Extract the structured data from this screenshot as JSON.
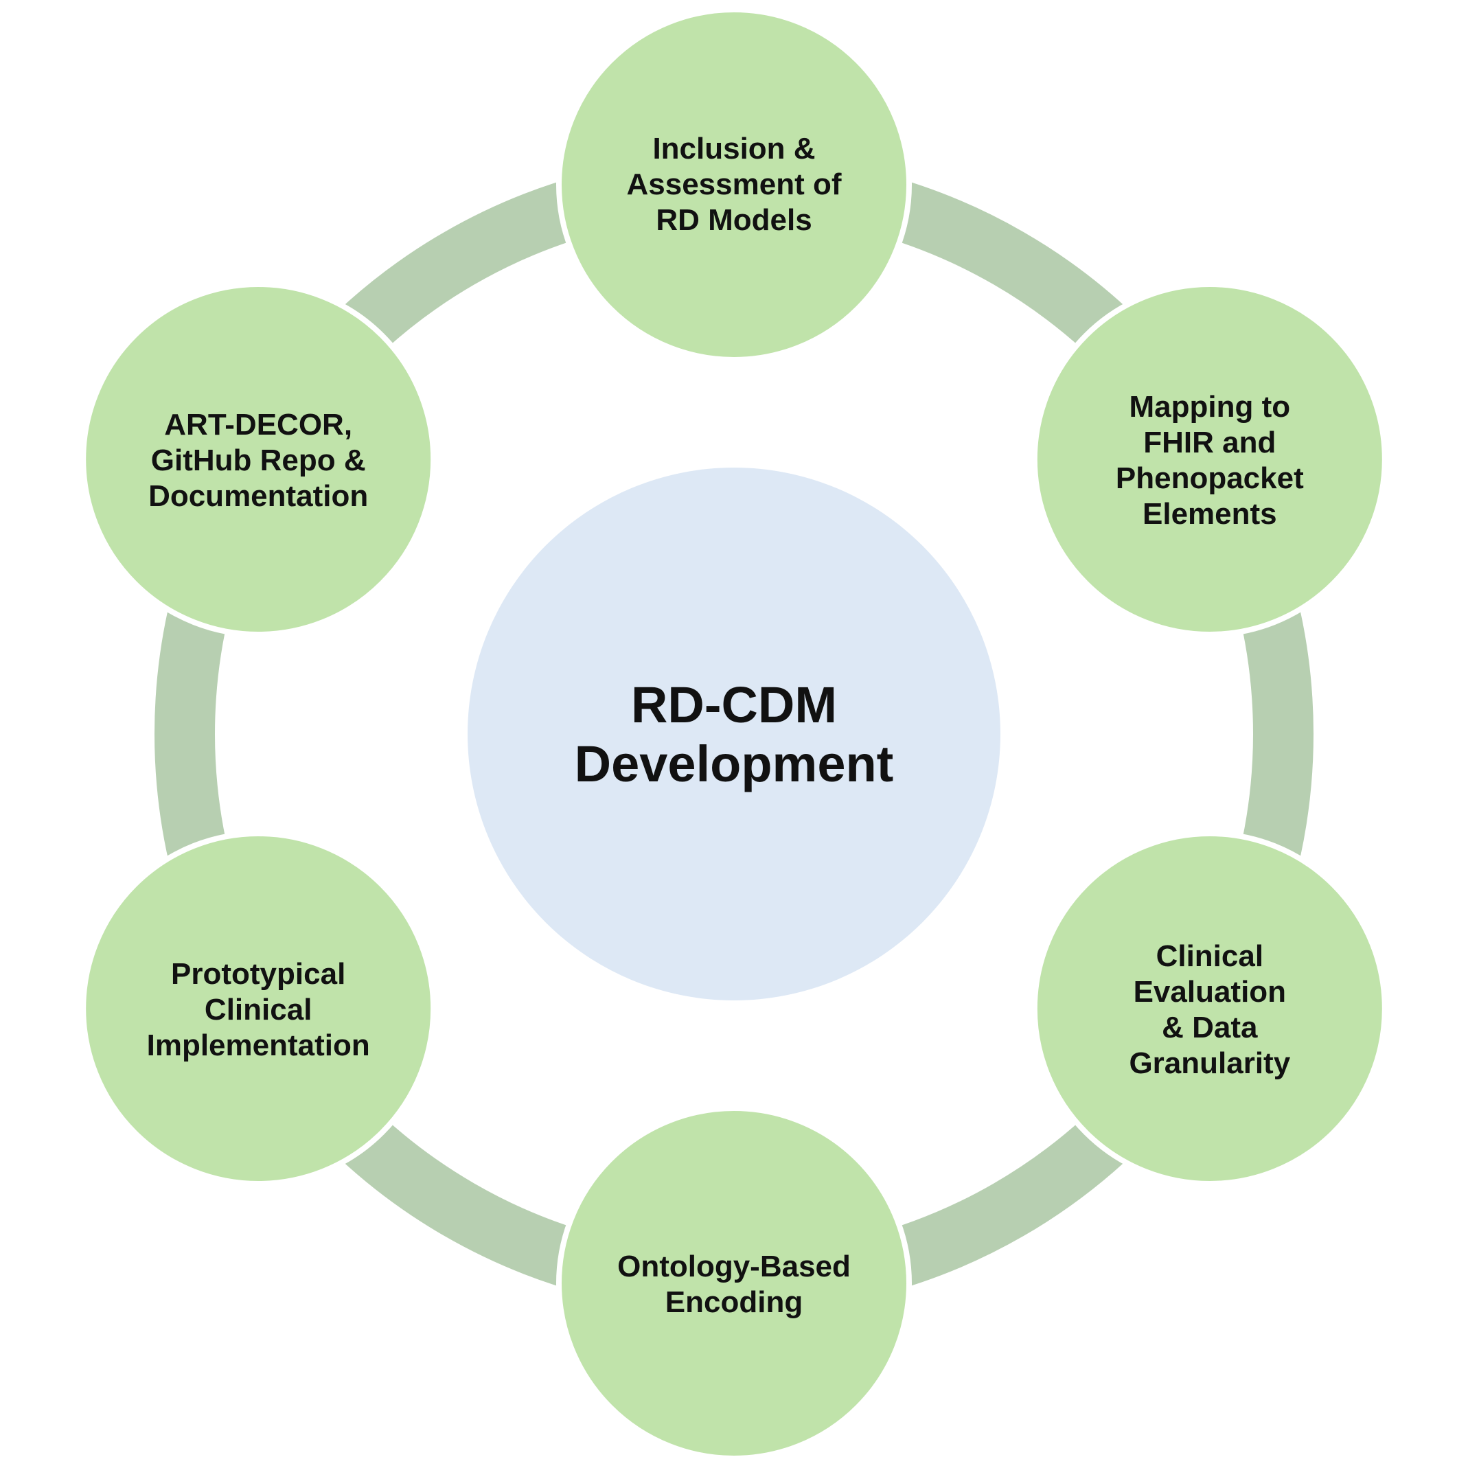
{
  "colors": {
    "background": "#ffffff",
    "center_fill": "#dde8f5",
    "node_fill": "#c0e3aa",
    "ring": "#b7cfb1",
    "text": "#111111"
  },
  "center": {
    "lines": [
      "RD-CDM",
      "Development"
    ]
  },
  "nodes": [
    {
      "id": "inclusion",
      "lines": [
        "Inclusion &",
        "Assessment of",
        "RD Models"
      ]
    },
    {
      "id": "mapping",
      "lines": [
        "Mapping to",
        "FHIR and",
        "Phenopacket",
        "Elements"
      ]
    },
    {
      "id": "evaluation",
      "lines": [
        "Clinical",
        "Evaluation",
        "& Data",
        "Granularity"
      ]
    },
    {
      "id": "ontology",
      "lines": [
        "Ontology-Based",
        "Encoding"
      ]
    },
    {
      "id": "implementation",
      "lines": [
        "Prototypical",
        "Clinical",
        "Implementation"
      ]
    },
    {
      "id": "artdecor",
      "lines": [
        "ART-DECOR,",
        "GitHub Repo &",
        "Documentation"
      ]
    }
  ]
}
